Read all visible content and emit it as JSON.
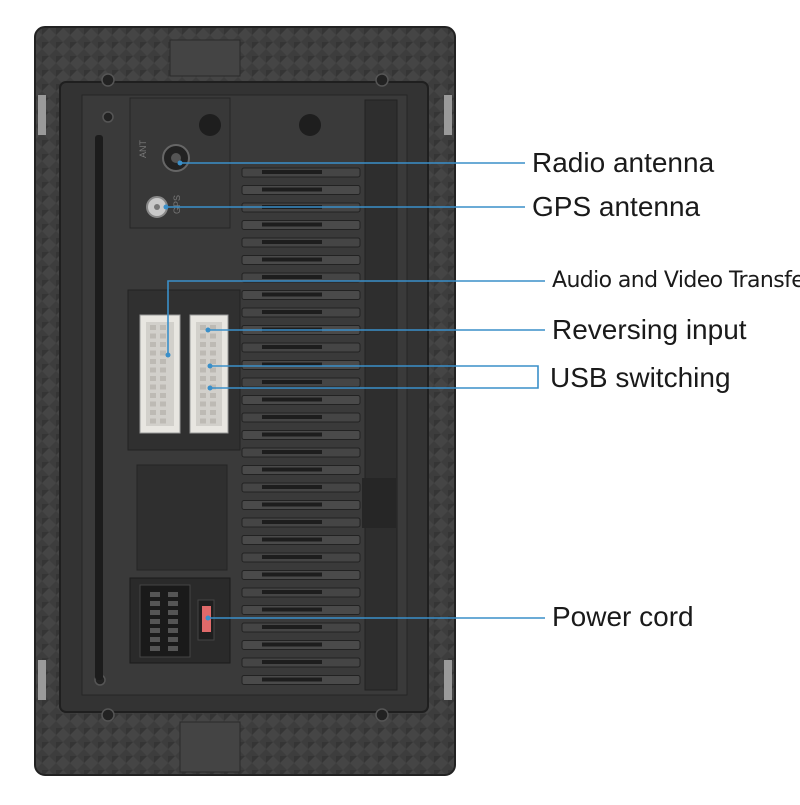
{
  "callouts": {
    "radio_antenna": "Radio antenna",
    "gps_antenna": "GPS antenna",
    "av_transfer": "Audio and Video Transfer",
    "reversing_input": "Reversing input",
    "usb_switching": "USB switching",
    "power_cord": "Power cord"
  },
  "panel_marks": {
    "ant": "ANT",
    "gps": "GPS"
  },
  "colors": {
    "leader_line": "#3a8fc9",
    "panel_body": "#3c3c3c",
    "panel_frame": "#2b2b2b",
    "connector_white": "#e8e6e1"
  }
}
